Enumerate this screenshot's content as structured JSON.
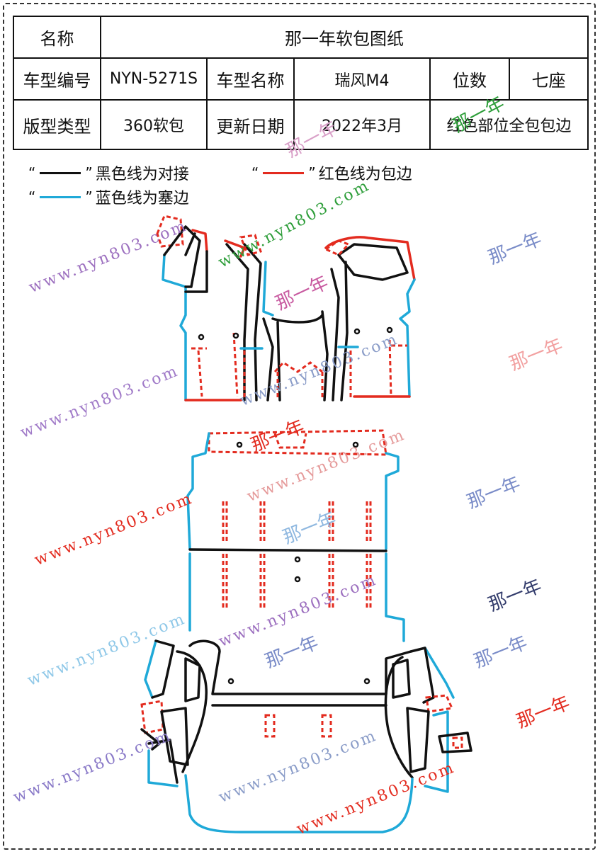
{
  "header": {
    "name_label": "名称",
    "name_value": "那一年软包图纸",
    "model_code_label": "车型编号",
    "model_code_value": "NYN-5271S",
    "model_name_label": "车型名称",
    "model_name_value": "瑞风M4",
    "seats_label": "位数",
    "seats_value": "七座",
    "layout_type_label": "版型类型",
    "layout_type_value": "360软包",
    "update_date_label": "更新日期",
    "update_date_value": "2022年3月",
    "note_value": "红色部位全包包边"
  },
  "legend": {
    "quote_open": "“",
    "quote_close": "”",
    "black": {
      "text": "黑色线为对接",
      "color": "#111111"
    },
    "red": {
      "text": "红色线为包边",
      "color": "#e32b1f"
    },
    "blue": {
      "text": "蓝色线为塞边",
      "color": "#1fa9d8"
    }
  },
  "watermarks": {
    "url": "www.nyn803.com",
    "brand": "那一年"
  },
  "colors": {
    "black_line": "#111111",
    "red_line": "#e32b1f",
    "blue_line": "#1fa9d8"
  }
}
